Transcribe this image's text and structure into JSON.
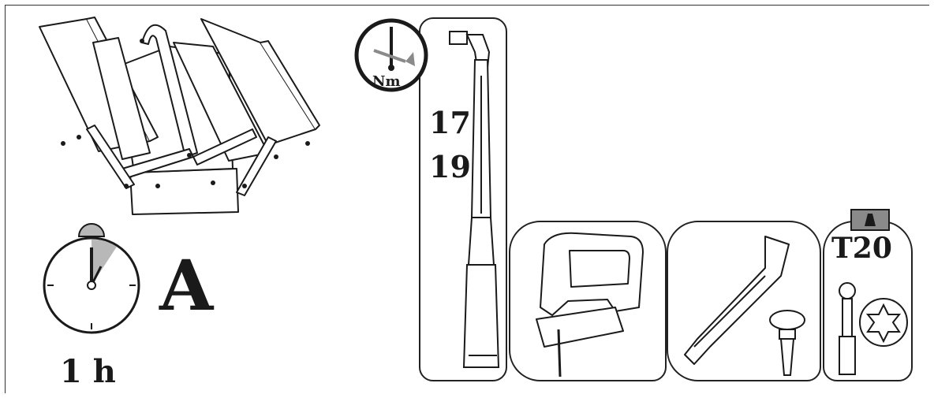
{
  "time": {
    "value": "1 h"
  },
  "skill": {
    "level": "A"
  },
  "torque": {
    "unit": "Nm",
    "sizes": [
      "17",
      "19"
    ]
  },
  "torx": {
    "size": "T20"
  },
  "icons": {
    "toolbox": "toolbox-icon",
    "timer": "stopwatch-icon",
    "torque": "torque-wrench-icon",
    "jigsaw": "jigsaw-icon",
    "trim": "trim-removal-tool-icon",
    "clip": "push-clip-icon",
    "torx": "torx-bit-icon"
  },
  "colors": {
    "ink": "#1a1a1a",
    "badge": "#8a8a8a",
    "timer_wedge": "#b8b8b8"
  }
}
